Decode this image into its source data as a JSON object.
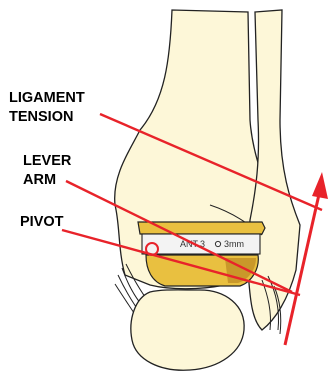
{
  "labels": {
    "ligament_line1": "LIGAMENT",
    "ligament_line2": "TENSION",
    "lever_line1": "LEVER",
    "lever_line2": "ARM",
    "pivot": "PIVOT"
  },
  "implant": {
    "label": "ANT",
    "size": "3",
    "thickness": "3mm"
  },
  "colors": {
    "bone_fill": "#fdf7d8",
    "outline": "#222222",
    "annotation_red": "#e8232a",
    "implant_gold": "#e9c040",
    "implant_dark": "#c9982a",
    "implant_poly": "#f3f3f3"
  }
}
